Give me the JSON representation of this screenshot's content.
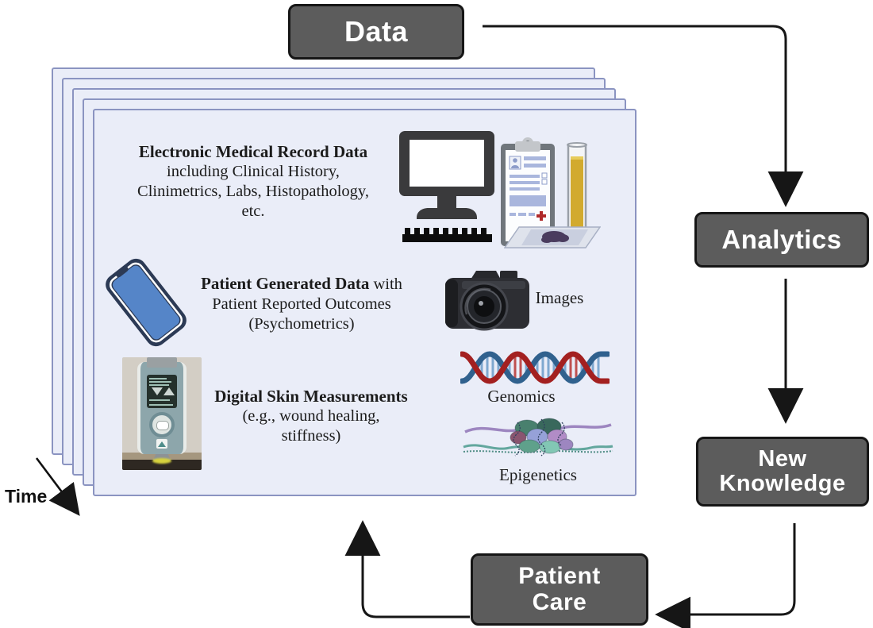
{
  "nodes": {
    "data": {
      "label": "Data"
    },
    "analytics": {
      "label": "Analytics"
    },
    "new_knowledge": {
      "line1": "New",
      "line2": "Knowledge"
    },
    "patient_care": {
      "line1": "Patient",
      "line2": "Care"
    }
  },
  "time_label": "Time",
  "card": {
    "emr": {
      "title": "Electronic Medical Record Data",
      "lines": [
        "including Clinical History,",
        "Clinimetrics, Labs, Histopathology,",
        "etc."
      ]
    },
    "pgd": {
      "title_bold": "Patient Generated Data",
      "title_rest": " with",
      "lines": [
        "Patient Reported Outcomes",
        "(Psychometrics)"
      ]
    },
    "dsm": {
      "title": "Digital Skin Measurements",
      "lines": [
        "(e.g., wound healing,",
        "stiffness)"
      ]
    },
    "images_label": "Images",
    "genomics_label": "Genomics",
    "epigenetics_label": "Epigenetics"
  },
  "icons": {
    "emr_row": [
      "monitor-icon",
      "clipboard-icon",
      "test-tube-icon",
      "ruler-icon",
      "microscope-slide-icon"
    ],
    "pgd_row": [
      "smartphone-icon",
      "camera-icon"
    ],
    "dsm_row": [
      "skin-device-photo",
      "dna-icon",
      "chromatin-icon"
    ]
  },
  "colors": {
    "node_bg": "#5c5c5c",
    "node_border": "#161616",
    "node_text": "#ffffff",
    "card_bg": "#eaedf8",
    "card_border": "#8b94c1",
    "arrow": "#161616",
    "phone_screen_blue": "#5585c8",
    "dna_red": "#a32020",
    "dna_blue": "#30618e",
    "tube_yellow": "#d2aa2e"
  }
}
